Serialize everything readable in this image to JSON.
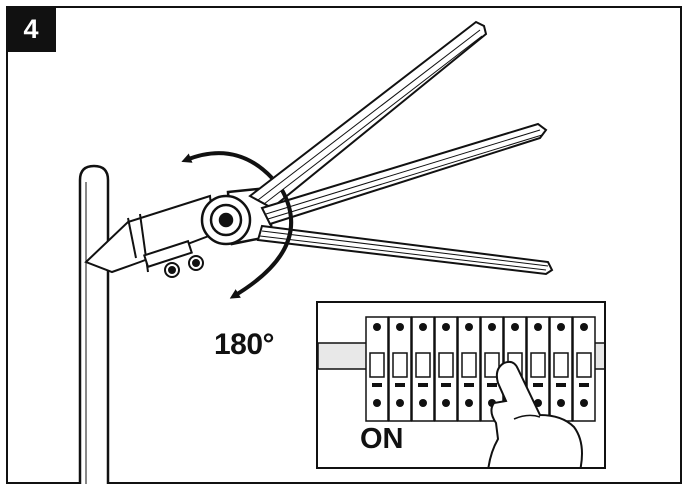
{
  "step": {
    "number": "4"
  },
  "rotation": {
    "label": "180°"
  },
  "inset": {
    "switch_state": "ON",
    "breaker_count": 10
  },
  "colors": {
    "ink": "#111111",
    "paper": "#ffffff",
    "shade": "#e8e8e8"
  },
  "icons": [
    "rotate-up-arrow-icon",
    "rotate-down-arrow-icon",
    "pointing-hand-icon"
  ]
}
